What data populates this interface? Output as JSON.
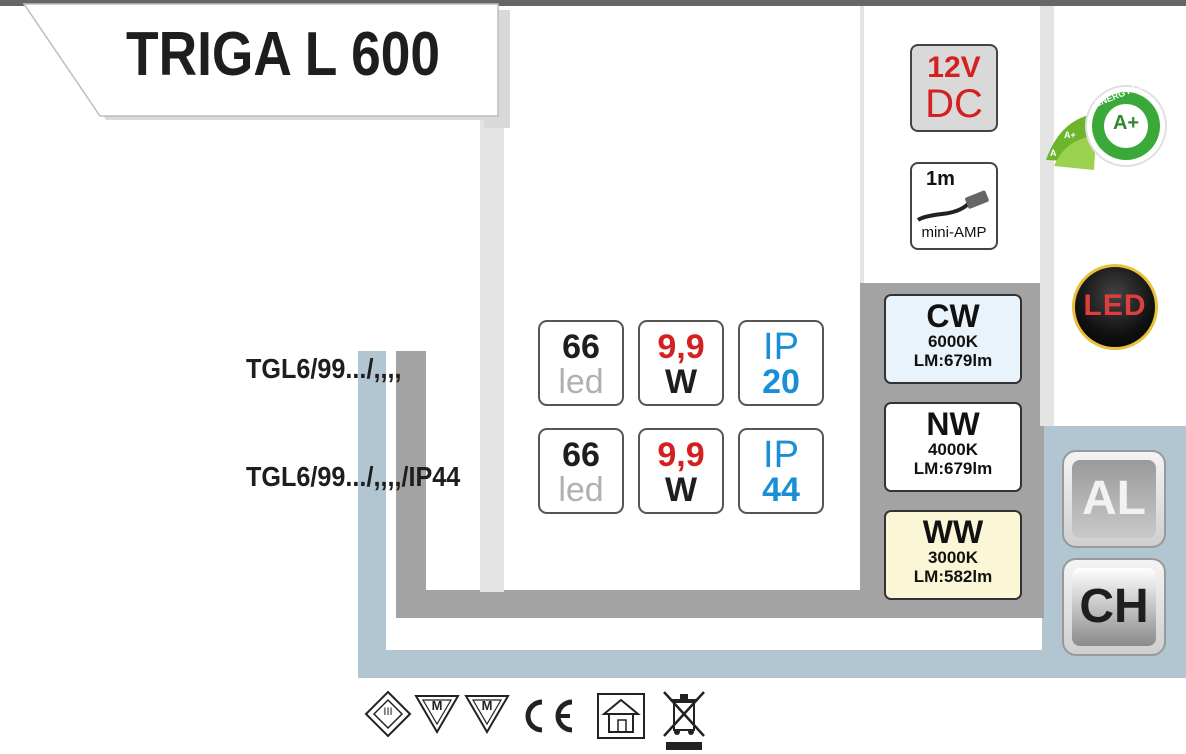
{
  "title": "TRIGA L 600",
  "voltage": {
    "line1": "12V",
    "line2": "DC"
  },
  "cable": {
    "length": "1m",
    "connector": "mini-AMP"
  },
  "energy_badge": {
    "label": "ENERGY CLASS",
    "cls": "A+",
    "sub": [
      "A",
      "A+"
    ]
  },
  "led_badge": "LED",
  "variants": [
    {
      "code": "TGL6/99.../,,,,",
      "led_count": "66",
      "led_word": "led",
      "power": "9,9",
      "power_unit": "W",
      "ip_label": "IP",
      "ip_value": "20"
    },
    {
      "code": "TGL6/99.../,,,,/IP44",
      "led_count": "66",
      "led_word": "led",
      "power": "9,9",
      "power_unit": "W",
      "ip_label": "IP",
      "ip_value": "44"
    }
  ],
  "color_temps": [
    {
      "name": "CW",
      "kelvin": "6000K",
      "lumen": "LM:679lm",
      "bg": "#e9f3fb"
    },
    {
      "name": "NW",
      "kelvin": "4000K",
      "lumen": "LM:679lm",
      "bg": "#ffffff"
    },
    {
      "name": "WW",
      "kelvin": "3000K",
      "lumen": "LM:582lm",
      "bg": "#fbf7d6"
    }
  ],
  "finishes": [
    "AL",
    "CH"
  ],
  "cert_marks": [
    "III",
    "M",
    "M"
  ],
  "colors": {
    "red": "#d42020",
    "blue": "#1a8fd6",
    "frame_gray": "#a3a3a3",
    "frame_blue": "#b2c6d1"
  }
}
